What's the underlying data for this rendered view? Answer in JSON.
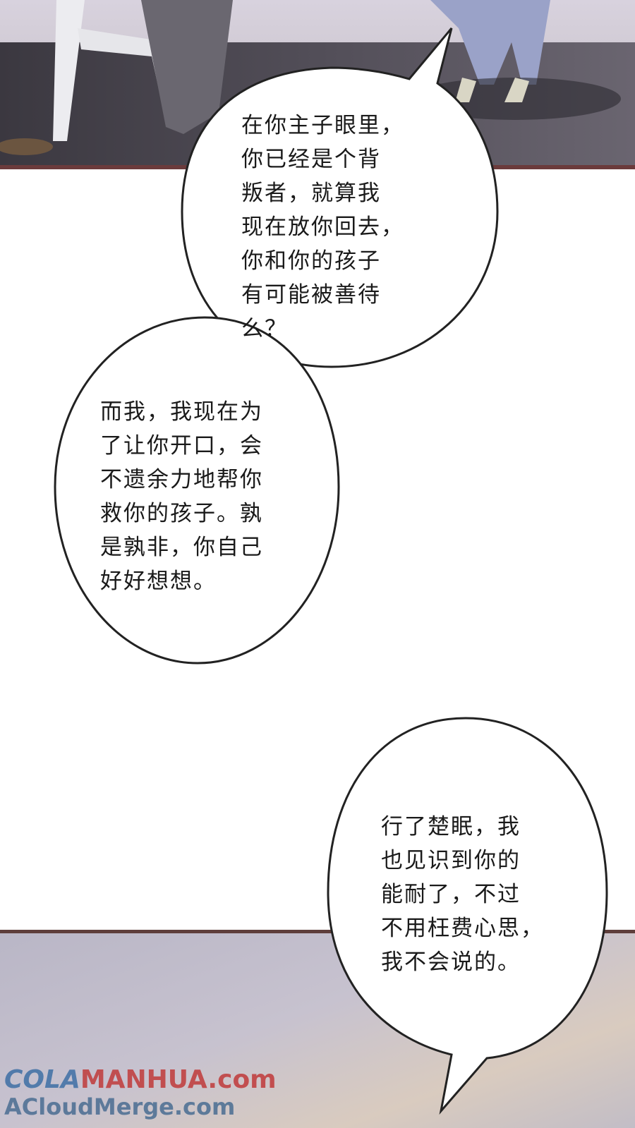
{
  "bubbles": [
    {
      "text": "在你主子眼里，\n你已经是个背\n叛者，就算我\n现在放你回去，\n你和你的孩子\n有可能被善待\n么？"
    },
    {
      "text": "而我，我现在为\n了让你开口，会\n不遗余力地帮你\n救你的孩子。孰\n是孰非，你自己\n好好想想。"
    },
    {
      "text": "行了楚眠，我\n也见识到你的\n能耐了，不过\n不用枉费心思，\n我不会说的。"
    }
  ],
  "watermark": {
    "line1_a": "COLA",
    "line1_b": "MANHUA.com",
    "line2": "ACloudMerge.com"
  },
  "colors": {
    "panel_border": "#6b3b3c",
    "watermark_blue": "#3e6fa5",
    "watermark_red": "#c03a3a"
  }
}
